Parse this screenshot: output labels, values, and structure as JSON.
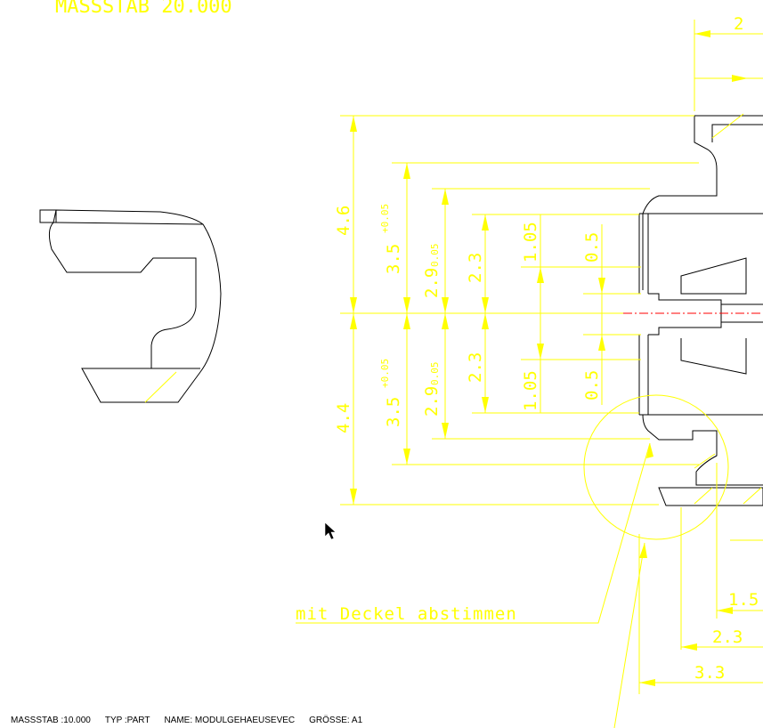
{
  "colors": {
    "background": "#ffffff",
    "dimension": "#ffff00",
    "geometry": "#000000",
    "centerline": "#ff0000"
  },
  "drawing": {
    "scale_title": "MASSSTAB 20.000",
    "note": "mit Deckel abstimmen",
    "dim_labels": {
      "d46": "4.6",
      "d44": "4.4",
      "d35_top": "3.5",
      "d35_top_tol": "+0.05",
      "d35_bot": "3.5",
      "d35_bot_tol": "+0.05",
      "d29_top": "2.9",
      "d29_top_tol": "0.05",
      "d29_bot": "2.9",
      "d29_bot_tol": "0.05",
      "d23_top": "2.3",
      "d23_bot": "2.3",
      "d105_top": "1.05",
      "d105_bot": "1.05",
      "d05_top": "0.5",
      "d05_bot": "0.5",
      "h2": "2",
      "h15": "1.5",
      "h23": "2.3",
      "h33": "3.3"
    }
  },
  "statusbar": {
    "scale": "MASSSTAB :10.000",
    "type": "TYP :PART",
    "name": "NAME: MODULGEHAEUSEVEC",
    "size": "GRÖSSE: A1"
  }
}
